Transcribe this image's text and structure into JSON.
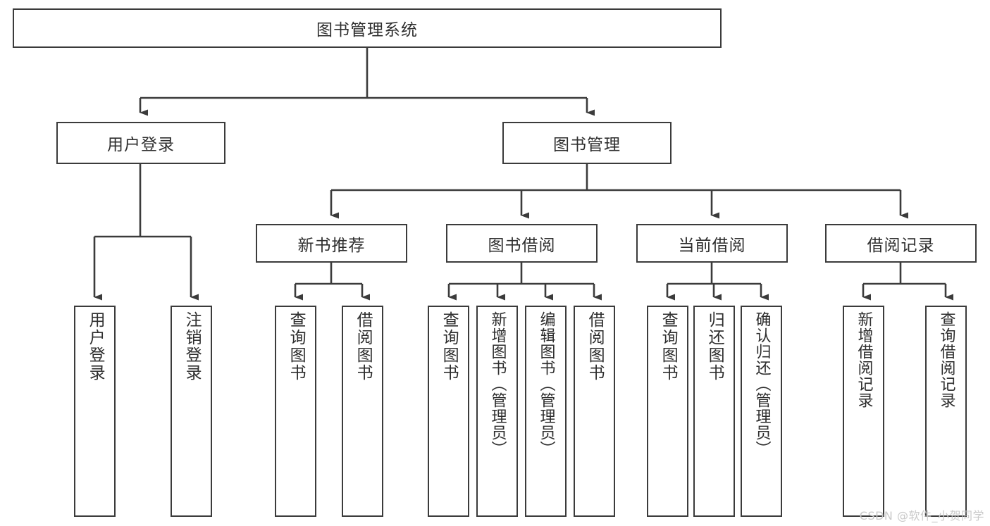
{
  "diagram": {
    "title": "图书管理系统",
    "watermark": "CSDN @软件_小贺同学",
    "type": "tree",
    "levels": 3,
    "colors": {
      "stroke": "#3b3b3b",
      "text": "#2e2e2e",
      "background": "#ffffff",
      "watermark": "#c9c9c9"
    },
    "root": {
      "label": "图书管理系统"
    },
    "level2": [
      {
        "label": "用户登录"
      },
      {
        "label": "图书管理"
      }
    ],
    "level3": [
      {
        "label": "新书推荐"
      },
      {
        "label": "图书借阅"
      },
      {
        "label": "当前借阅"
      },
      {
        "label": "借阅记录"
      }
    ],
    "leaves": {
      "user_login": [
        {
          "label": "用户登录"
        },
        {
          "label": "注销登录"
        }
      ],
      "new_book_recommend": [
        {
          "label": "查询图书"
        },
        {
          "label": "借阅图书"
        }
      ],
      "book_borrow": [
        {
          "label": "查询图书"
        },
        {
          "label": "新增图书（管理员）"
        },
        {
          "label": "编辑图书（管理员）"
        },
        {
          "label": "借阅图书"
        }
      ],
      "current_borrow": [
        {
          "label": "查询图书"
        },
        {
          "label": "归还图书"
        },
        {
          "label": "确认归还（管理员）"
        }
      ],
      "borrow_record": [
        {
          "label": "新增借阅记录"
        },
        {
          "label": "查询借阅记录"
        }
      ]
    }
  }
}
